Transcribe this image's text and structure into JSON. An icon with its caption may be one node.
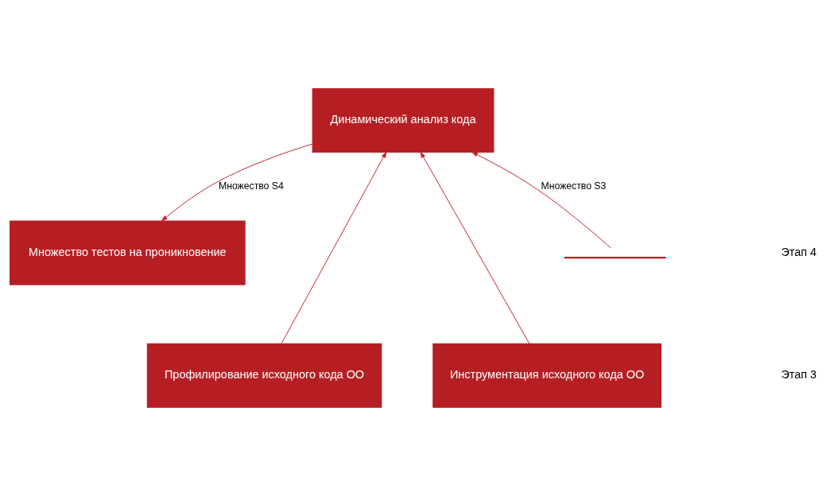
{
  "diagram": {
    "nodes": [
      {
        "text": [
          "Множество тестов на проникновение"
        ]
      },
      {
        "text": [
          "Динамический анализ кода"
        ]
      },
      {
        "text": [
          "Профилирование исходного кода ОО"
        ]
      },
      {
        "text": [
          "Инструментация исходного кода ОО"
        ]
      },
      {
        "text": [],
        "shape": "wave"
      }
    ],
    "edges": [
      {
        "from": 4,
        "to": 1,
        "arrow": "to",
        "label": "Множество S3"
      },
      {
        "from": 1,
        "to": 0,
        "arrow": "to",
        "label": "Множество S4"
      },
      {
        "from": 2,
        "to": 1,
        "arrow": "to"
      },
      {
        "from": 3,
        "to": 1,
        "arrow": "to"
      }
    ],
    "labels": [
      "Этап 4",
      "Этап 3"
    ]
  }
}
